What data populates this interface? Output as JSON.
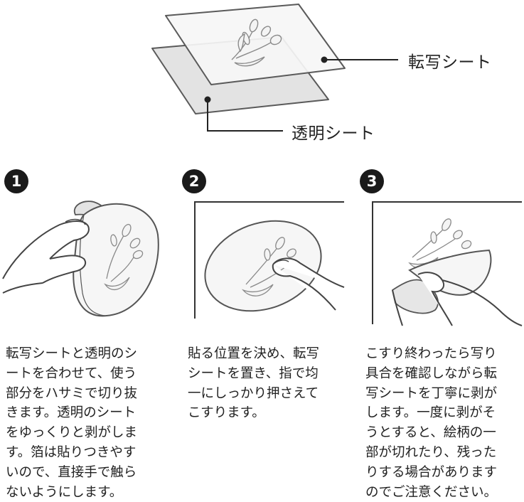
{
  "diagram": {
    "transfer_sheet_label": "転写シート",
    "clear_sheet_label": "透明シート"
  },
  "steps": [
    {
      "number": "1",
      "lines": [
        "転写シートと透明のシ",
        "ートを合わせて、使う",
        "部分をハサミで切り抜",
        "きます。透明のシート",
        "をゆっくりと剥がしま",
        "す。箔は貼りつきやす",
        "いので、直接手で触ら",
        "ないようにします。"
      ]
    },
    {
      "number": "2",
      "lines": [
        "貼る位置を決め、転写",
        "シートを置き、指で均",
        "一にしっかり押さえて",
        "こすります。"
      ]
    },
    {
      "number": "3",
      "lines": [
        "こすり終わったら写り",
        "具合を確認しながら転",
        "写シートを丁寧に剥が",
        "します。一度に剥がそ",
        "うとすると、絵柄の一",
        "部が切れたり、残った",
        "りする場合があります",
        "のでご注意ください。"
      ]
    }
  ],
  "colors": {
    "ink": "#222222",
    "sheet_gray": "#e6e6e6",
    "sheet_light": "#f4f4f4",
    "outline": "#555555",
    "badge": "#1a1a1a"
  }
}
